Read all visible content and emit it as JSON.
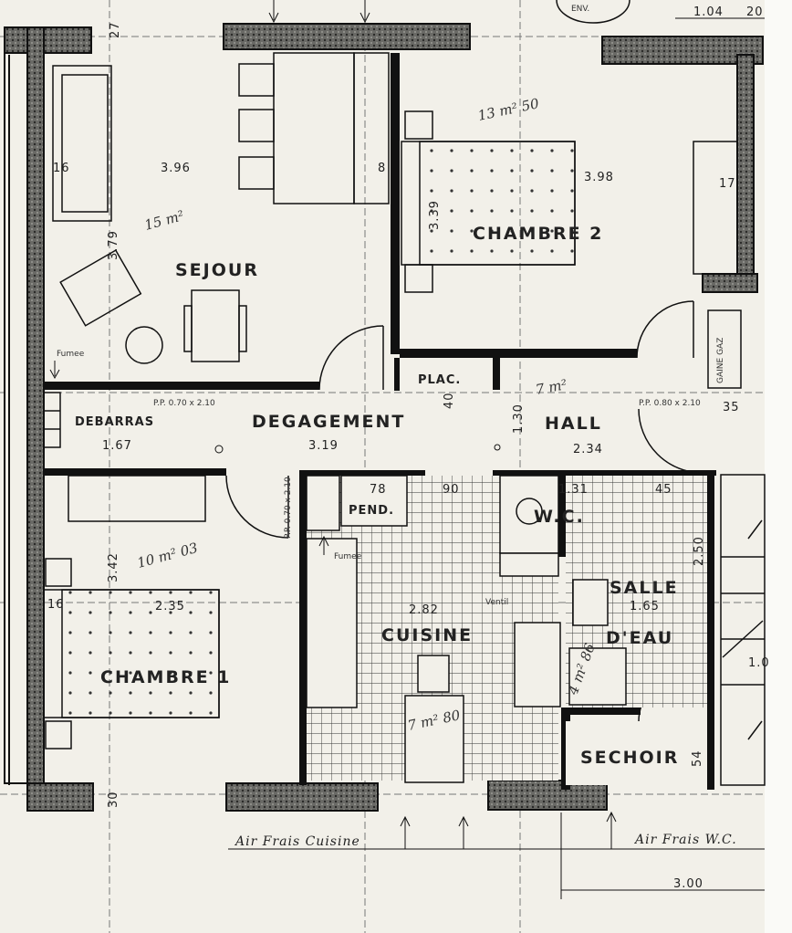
{
  "rooms": {
    "sejour": "SEJOUR",
    "chambre2": "CHAMBRE 2",
    "chambre1": "CHAMBRE 1",
    "degagement": "DEGAGEMENT",
    "hall": "HALL",
    "debarras": "DEBARRAS",
    "plac": "PLAC.",
    "pend": "PEND.",
    "wc": "W.C.",
    "cuisine": "CUISINE",
    "salle": "SALLE",
    "deau": "D'EAU",
    "sechoir": "SECHOIR",
    "gaine_gaz": "GAINE GAZ"
  },
  "areas": {
    "sejour": "15 m²",
    "chambre2": "13 m² 50",
    "hall": "7 m²",
    "chambre1": "10 m² 03",
    "cuisine": "7 m² 80",
    "salle_eau": "4 m² 86"
  },
  "dimensions": {
    "d_396": "3.96",
    "d_398": "3.98",
    "d_339": "3.39",
    "d_379": "3.79",
    "d_167": "1.67",
    "d_319": "3.19",
    "d_234": "2.34",
    "d_342": "3.42",
    "d_235": "2.35",
    "d_282": "2.82",
    "d_131": "1.31",
    "d_165": "1.65",
    "d_130": "1.30",
    "d_300": "3.00",
    "d_104": "1.04",
    "d_20": "20",
    "d_27": "27",
    "d_16a": "16",
    "d_16b": "16",
    "d_8": "8",
    "d_17": "17",
    "d_90": "90",
    "d_40": "40",
    "d_78": "78",
    "d_35": "35",
    "d_30": "30",
    "d_54": "54",
    "d_45": "45",
    "d_250": "2.50",
    "d_10": "1.0"
  },
  "notes": {
    "fumee1": "Fumee",
    "fumee2": "Fumee",
    "ventil": "Ventil",
    "air_cuisine": "Air Frais Cuisine",
    "air_wc": "Air Frais W.C.",
    "door_pf": "P.P. 0.70 x 2.10",
    "door_pf2": "P.P. 0.80 x 2.10",
    "door_pf3": "P.P. 0.70 x 2.10",
    "env": "ENV."
  }
}
